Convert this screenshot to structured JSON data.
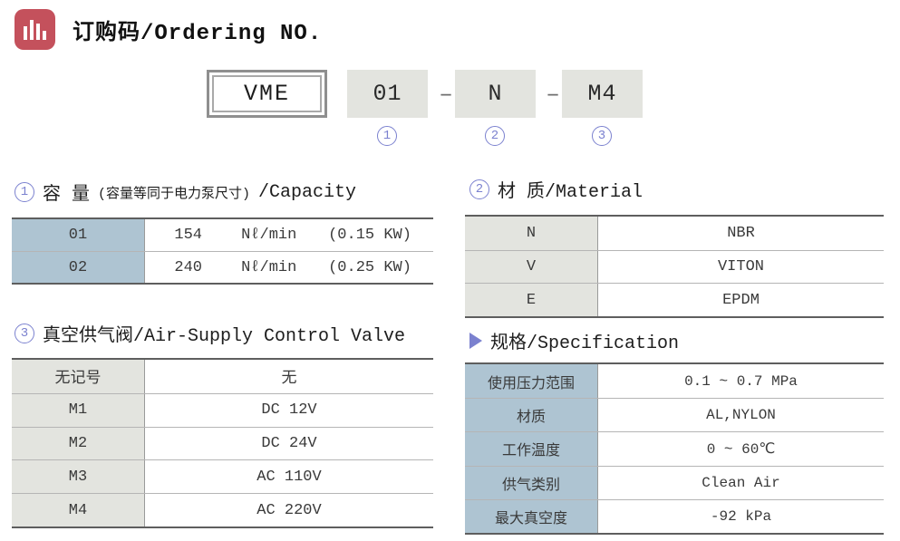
{
  "header": {
    "title": "订购码/Ordering NO.",
    "icon": "bar-chart-icon"
  },
  "code_builder": {
    "base": "VME",
    "separator": "–",
    "segments": [
      {
        "code": "01",
        "ref": "1"
      },
      {
        "code": "N",
        "ref": "2"
      },
      {
        "code": "M4",
        "ref": "3"
      }
    ]
  },
  "sections": {
    "capacity": {
      "number": "1",
      "title_cn": "容 量",
      "title_note": "(容量等同于电力泵尺寸)",
      "title_en": "/Capacity",
      "rows": [
        {
          "code": "01",
          "value": "154",
          "unit": "Nℓ/min",
          "power": "(0.15 KW)"
        },
        {
          "code": "02",
          "value": "240",
          "unit": "Nℓ/min",
          "power": "(0.25 KW)"
        }
      ]
    },
    "material": {
      "number": "2",
      "title": "材 质/Material",
      "rows": [
        {
          "code": "N",
          "value": "NBR"
        },
        {
          "code": "V",
          "value": "VITON"
        },
        {
          "code": "E",
          "value": "EPDM"
        }
      ]
    },
    "valve": {
      "number": "3",
      "title": "真空供气阀/Air-Supply Control Valve",
      "rows": [
        {
          "code": "无记号",
          "value": "无"
        },
        {
          "code": "M1",
          "value": "DC 12V"
        },
        {
          "code": "M2",
          "value": "DC 24V"
        },
        {
          "code": "M3",
          "value": "AC 110V"
        },
        {
          "code": "M4",
          "value": "AC 220V"
        }
      ]
    },
    "specification": {
      "title": "规格/Specification",
      "rows": [
        {
          "label": "使用压力范围",
          "value": "0.1 ~ 0.7 MPa"
        },
        {
          "label": "材质",
          "value": "AL,NYLON"
        },
        {
          "label": "工作温度",
          "value": "0 ~ 60℃"
        },
        {
          "label": "供气类别",
          "value": "Clean Air"
        },
        {
          "label": "最大真空度",
          "value": "-92 kPa"
        }
      ]
    }
  },
  "colors": {
    "accent_red": "#c4515c",
    "accent_blue": "#7b81cf",
    "cell_blue": "#aec4d2",
    "cell_gray": "#e3e4df"
  }
}
